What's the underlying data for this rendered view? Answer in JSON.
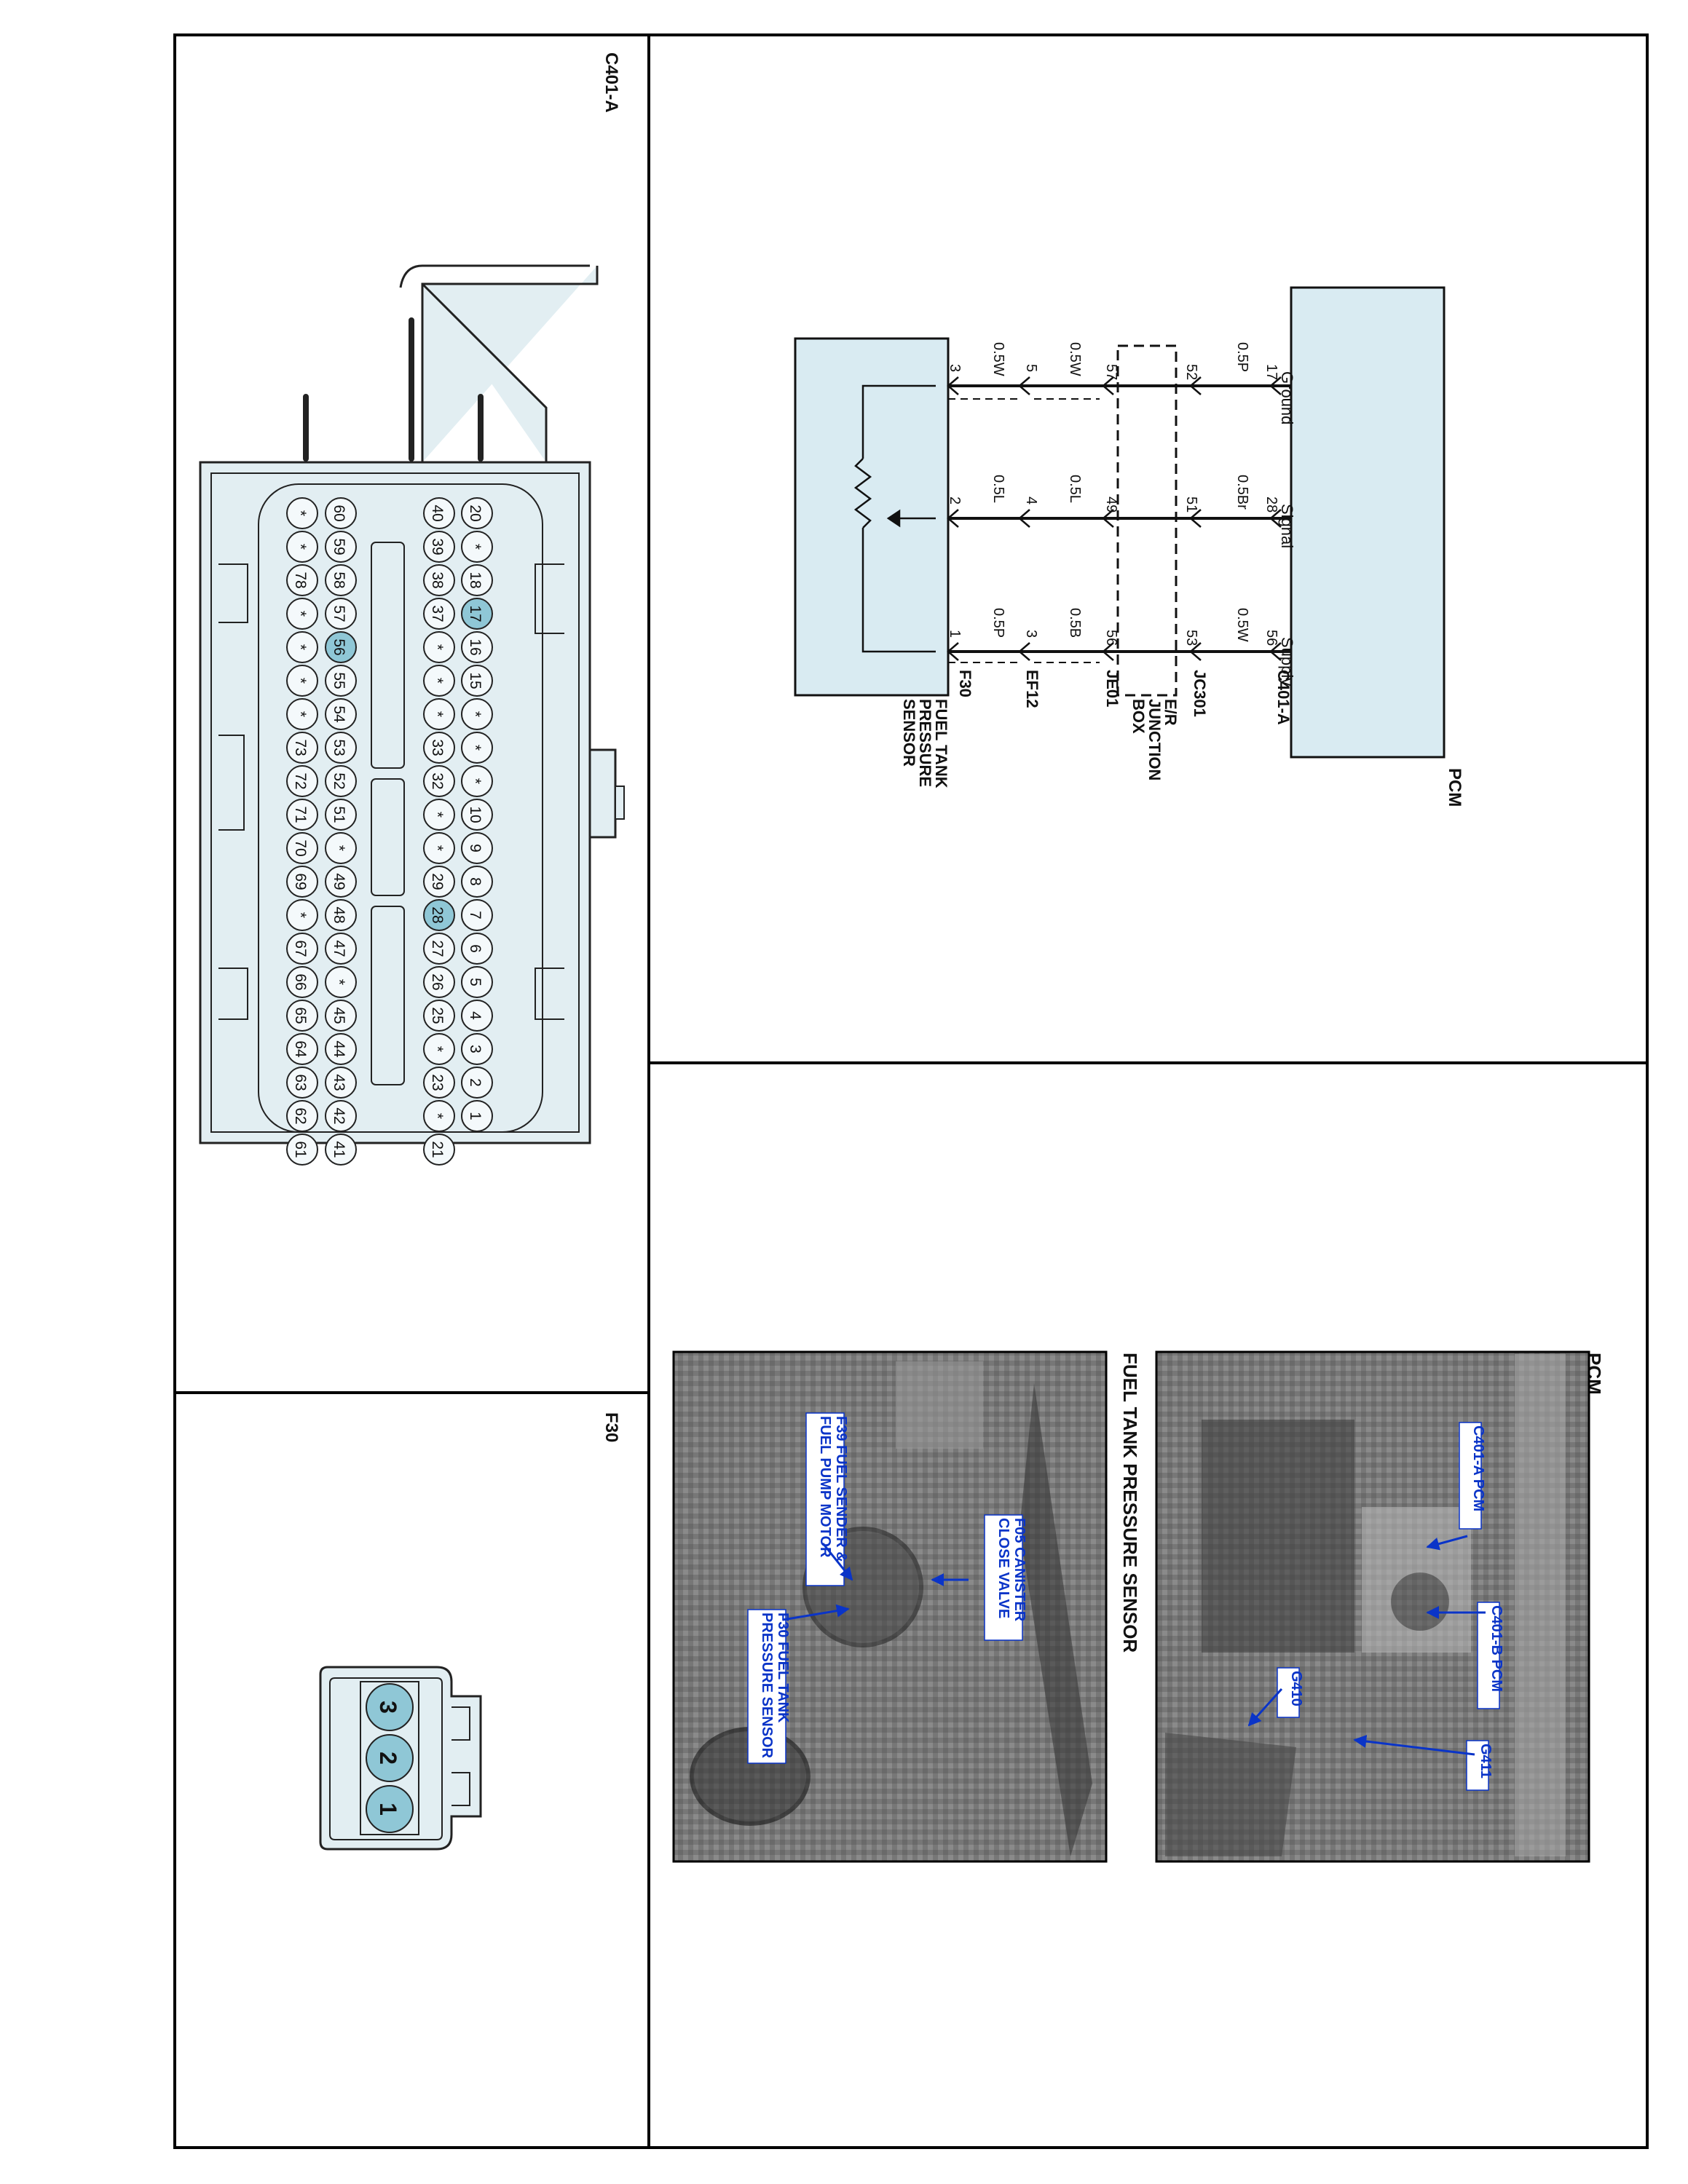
{
  "connector_c401a": {
    "title": "C401-A",
    "top_row": [
      "20",
      "*",
      "18",
      "17",
      "16",
      "15",
      "*",
      "*",
      "*",
      "10",
      "9",
      "8",
      "7",
      "6",
      "5",
      "4",
      "3",
      "2",
      "1"
    ],
    "row2": [
      "40",
      "39",
      "38",
      "37",
      "*",
      "*",
      "*",
      "33",
      "32",
      "*",
      "*",
      "29",
      "28",
      "27",
      "26",
      "25",
      "*",
      "23",
      "*",
      "21"
    ],
    "row3": [
      "60",
      "59",
      "58",
      "57",
      "56",
      "55",
      "54",
      "53",
      "52",
      "51",
      "*",
      "49",
      "48",
      "47",
      "*",
      "45",
      "44",
      "43",
      "42",
      "41"
    ],
    "row4": [
      "*",
      "*",
      "78",
      "*",
      "*",
      "*",
      "*",
      "73",
      "72",
      "71",
      "70",
      "69",
      "*",
      "67",
      "66",
      "65",
      "64",
      "63",
      "62",
      "61"
    ],
    "highlight": [
      "17",
      "28",
      "56"
    ]
  },
  "connector_f30": {
    "title": "F30",
    "pins": [
      "3",
      "2",
      "1"
    ]
  },
  "schematic": {
    "pcm_label": "PCM",
    "pcm_pins": [
      "Ground",
      "Signal",
      "Supply"
    ],
    "c401a": {
      "label": "C401-A",
      "pins": [
        "17",
        "28",
        "56"
      ]
    },
    "wire_pcm": [
      "0.5P",
      "0.5Br",
      "0.5W"
    ],
    "jc301": {
      "label": "JC301",
      "pins": [
        "52",
        "51",
        "53"
      ]
    },
    "junction_box": [
      "E/R",
      "JUNCTION",
      "BOX"
    ],
    "je01": {
      "label": "JE01",
      "pins": [
        "57",
        "49",
        "56"
      ]
    },
    "wire_je01": [
      "0.5W",
      "0.5L",
      "0.5B"
    ],
    "ef12": {
      "label": "EF12",
      "pins": [
        "5",
        "4",
        "3"
      ]
    },
    "wire_ef12": [
      "0.5W",
      "0.5L",
      "0.5P"
    ],
    "f30": {
      "label": "F30",
      "pins": [
        "3",
        "2",
        "1"
      ]
    },
    "sensor_label": [
      "FUEL TANK",
      "PRESSURE",
      "SENSOR"
    ]
  },
  "photos": {
    "pcm_title": "PCM",
    "pcm_labels": {
      "c401a": "C401-A PCM",
      "c401b": "C401-B PCM",
      "g410": "G410",
      "g411": "G411"
    },
    "fuel_title": "FUEL TANK PRESSURE SENSOR",
    "fuel_labels": {
      "f05": [
        "F05 CANISTER",
        "CLOSE VALVE"
      ],
      "f39": [
        "F39 FUEL SENDER &",
        "FUEL PUMP MOTOR"
      ],
      "f30": [
        "F30 FUEL TANK",
        "PRESSURE SENSOR"
      ]
    }
  }
}
